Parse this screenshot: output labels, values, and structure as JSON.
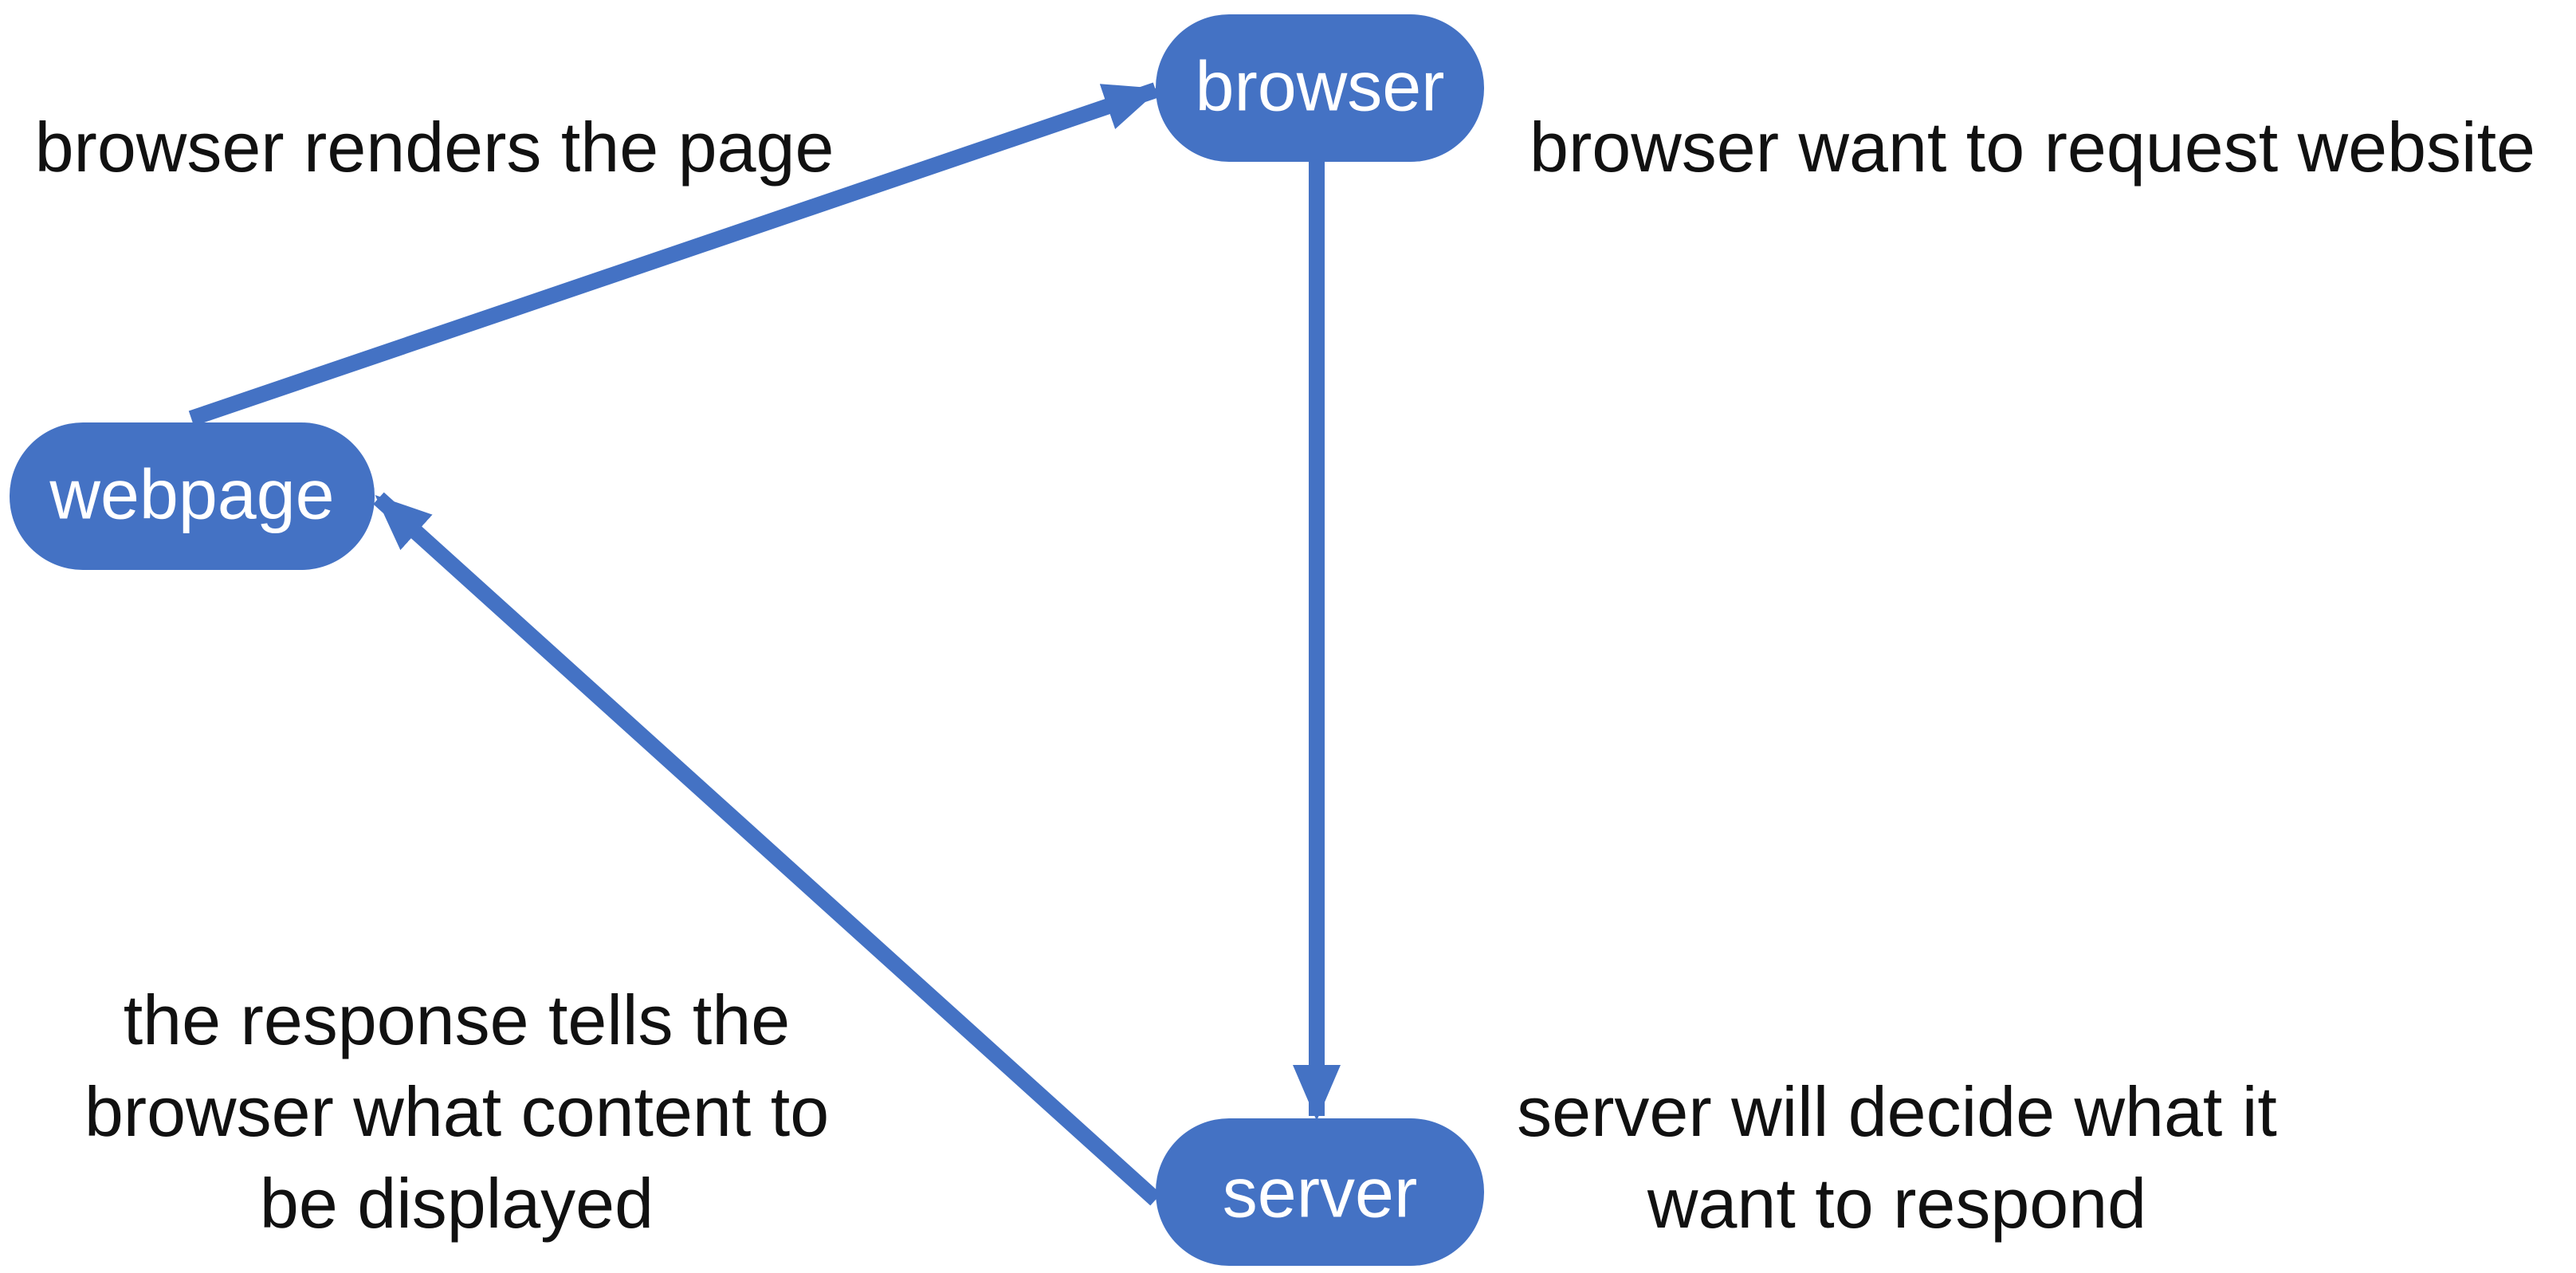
{
  "diagram": {
    "colors": {
      "node_fill": "#4472c4",
      "edge": "#4472c4",
      "node_text": "#ffffff",
      "annotation_text": "#111111"
    },
    "nodes": {
      "browser": "browser",
      "webpage": "webpage",
      "server": "server"
    },
    "edges": [
      {
        "from": "webpage",
        "to": "browser"
      },
      {
        "from": "browser",
        "to": "server"
      },
      {
        "from": "server",
        "to": "webpage"
      }
    ],
    "annotations": {
      "renders": "browser renders the page",
      "request": "browser want to request website",
      "response_line1": "the response tells the",
      "response_line2": "browser what content to",
      "response_line3": "be displayed",
      "decide_line1": "server will decide what it",
      "decide_line2": "want to respond"
    }
  }
}
